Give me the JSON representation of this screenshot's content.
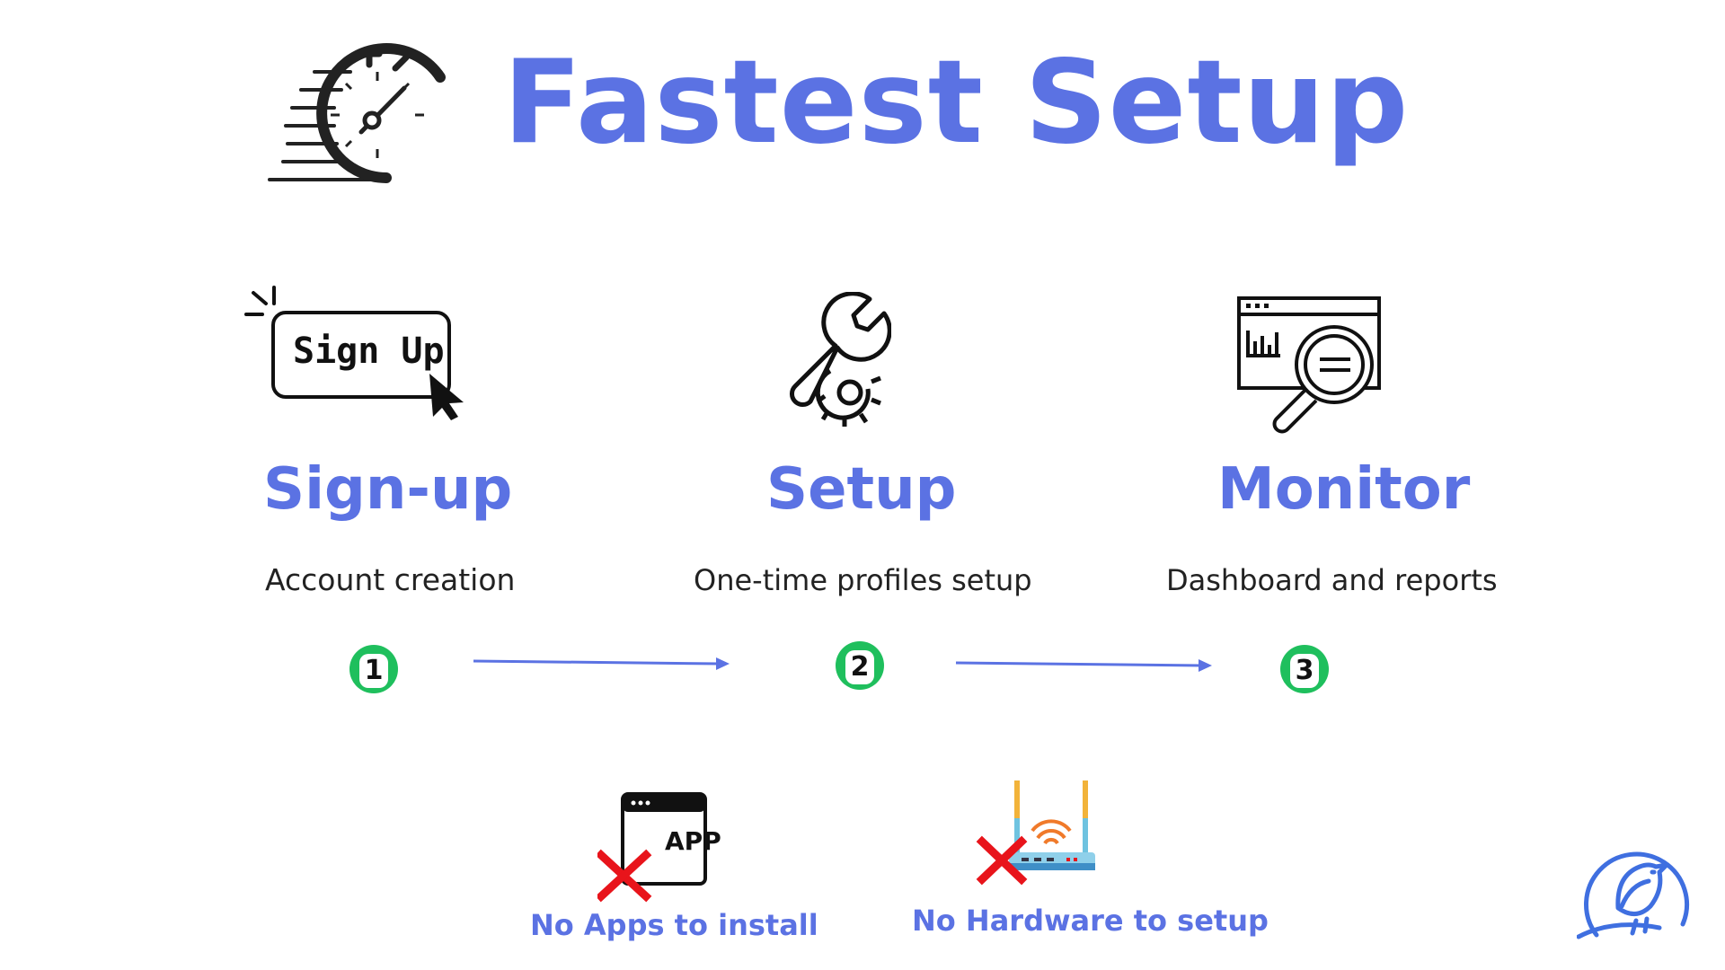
{
  "header": {
    "title": "Fastest Setup",
    "icon": "stopwatch-speed-icon"
  },
  "steps": [
    {
      "number": "1",
      "title": "Sign-up",
      "description": "Account creation",
      "icon": "sign-up-button-icon",
      "icon_text": "Sign Up"
    },
    {
      "number": "2",
      "title": "Setup",
      "description": "One-time profiles setup",
      "icon": "wrench-gear-icon"
    },
    {
      "number": "3",
      "title": "Monitor",
      "description": "Dashboard and reports",
      "icon": "dashboard-magnifier-icon"
    }
  ],
  "notes": [
    {
      "label": "No Apps to install",
      "icon": "app-window-crossed-icon",
      "icon_text": "APP"
    },
    {
      "label": "No Hardware to setup",
      "icon": "router-crossed-icon"
    }
  ],
  "colors": {
    "accent": "#5b72e3",
    "step_badge": "#1fbf5d",
    "cross": "#e8141b",
    "logo": "#3f6fe0"
  },
  "logo": {
    "icon": "bird-logo-icon"
  }
}
